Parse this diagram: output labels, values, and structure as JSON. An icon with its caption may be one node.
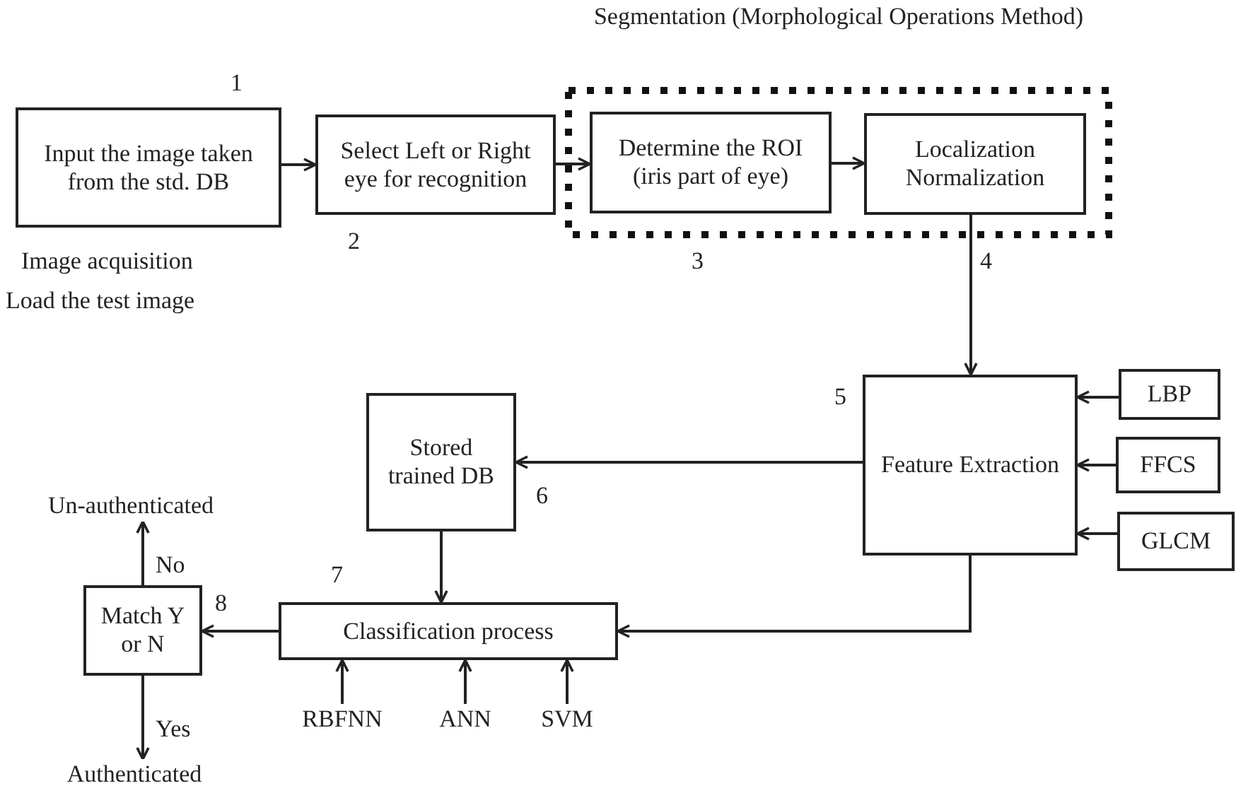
{
  "diagram": {
    "nodes": [
      {
        "text": [
          "Input the image taken from the std. DB"
        ],
        "beside": [
          "Image acquisition",
          "Load the test image"
        ]
      },
      {
        "text": [
          "Select Left or Right eye for recognition"
        ]
      },
      {
        "text": [
          "Segmentation (Morphological Operations Method)"
        ]
      },
      {
        "text": [
          "Determine the ROI (iris part of eye)"
        ],
        "in": 2
      },
      {
        "text": [
          "Localization Normalization"
        ],
        "in": 2
      },
      {
        "text": [
          "Feature Extraction"
        ]
      },
      {
        "text": [
          "LBP"
        ]
      },
      {
        "text": [
          "FFCS"
        ]
      },
      {
        "text": [
          "GLCM"
        ]
      },
      {
        "text": [
          "Stored trained DB"
        ]
      },
      {
        "text": [
          "Classification process"
        ]
      },
      {
        "text": [
          "Match Y or N"
        ]
      },
      {
        "text": [
          "Un-authenticated"
        ]
      },
      {
        "text": [
          "Authenticated"
        ]
      },
      {
        "text": [
          "RBFNN"
        ]
      },
      {
        "text": [
          "ANN"
        ]
      },
      {
        "text": [
          "SVM"
        ]
      }
    ],
    "edges": [
      {
        "from": 0,
        "to": 1,
        "arrow": "to"
      },
      {
        "from": 1,
        "to": 3,
        "arrow": "to"
      },
      {
        "from": 3,
        "to": 4,
        "arrow": "to"
      },
      {
        "from": 4,
        "to": 5,
        "arrow": "to"
      },
      {
        "from": 6,
        "to": 5,
        "arrow": "to"
      },
      {
        "from": 7,
        "to": 5,
        "arrow": "to"
      },
      {
        "from": 8,
        "to": 5,
        "arrow": "to"
      },
      {
        "from": 5,
        "to": 9,
        "arrow": "to"
      },
      {
        "from": 9,
        "to": 10,
        "arrow": "to"
      },
      {
        "from": 5,
        "to": 10,
        "arrow": "to"
      },
      {
        "from": 10,
        "to": 11,
        "arrow": "to"
      },
      {
        "from": 11,
        "to": 12,
        "arrow": "to",
        "label": "No"
      },
      {
        "from": 11,
        "to": 13,
        "arrow": "to",
        "label": "Yes"
      },
      {
        "from": 14,
        "to": 10,
        "arrow": "to"
      },
      {
        "from": 15,
        "to": 10,
        "arrow": "to"
      },
      {
        "from": 16,
        "to": 10,
        "arrow": "to"
      }
    ],
    "labels": [
      "1",
      "2",
      "3",
      "4",
      "5",
      "6",
      "7",
      "8"
    ]
  }
}
